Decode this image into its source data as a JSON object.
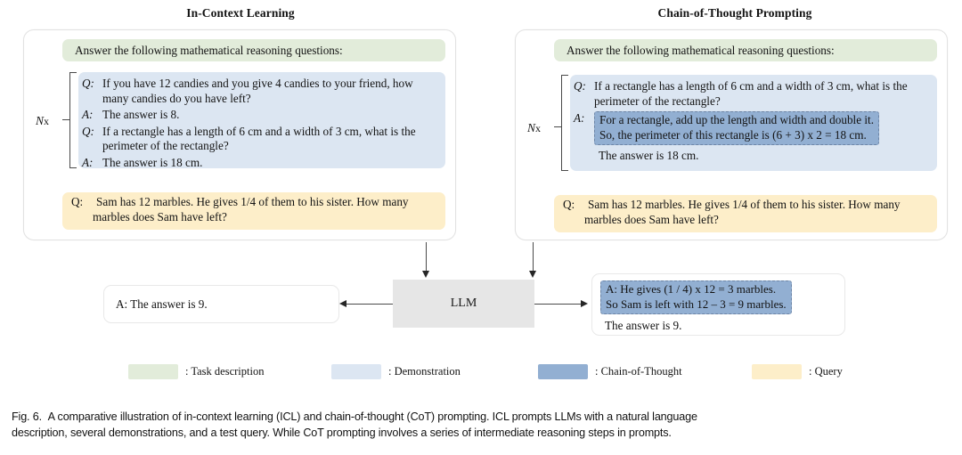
{
  "columns": {
    "left_title": "In-Context Learning",
    "right_title": "Chain-of-Thought Prompting"
  },
  "repeat_label": {
    "n": "N",
    "x": "x"
  },
  "left_panel": {
    "task_description": "Answer the following mathematical reasoning questions:",
    "demonstrations": [
      {
        "q_label": "Q:",
        "q_text": "If you have 12 candies and you give 4 candies to your friend, how many candies do you have left?",
        "a_label": "A:",
        "a_text": "The answer is 8."
      },
      {
        "q_label": "Q:",
        "q_text": "If a rectangle has a length of 6 cm and a width of 3 cm, what is the perimeter of the rectangle?",
        "a_label": "A:",
        "a_text": "The answer is 18 cm."
      }
    ],
    "query": {
      "label": "Q:",
      "text": "Sam has 12 marbles. He gives 1/4 of them to his sister. How many marbles does Sam have left?"
    },
    "output": "A: The answer is 9."
  },
  "right_panel": {
    "task_description": "Answer the following mathematical reasoning questions:",
    "demonstration": {
      "q_label": "Q:",
      "q_text": "If a rectangle has a length of 6 cm and a width of 3 cm, what is the perimeter of the rectangle?",
      "a_label": "A:",
      "cot_line1": "For a rectangle, add up the length and width and double it.",
      "cot_line2": "So, the perimeter of this rectangle is (6 + 3) x 2 = 18 cm.",
      "a_text": "The answer is 18 cm."
    },
    "query": {
      "label": "Q:",
      "text": "Sam has 12 marbles. He gives 1/4 of them to his sister. How many marbles does Sam have left?"
    },
    "output": {
      "cot_line1": "A: He gives (1 / 4) x 12 = 3 marbles.",
      "cot_line2": "So Sam is left with 12 – 3 = 9 marbles.",
      "final": "The answer is 9."
    }
  },
  "model_box": {
    "label": "LLM"
  },
  "legend": [
    {
      "label": ": Task description",
      "color": "#e2ecda"
    },
    {
      "label": ": Demonstration",
      "color": "#dce6f2"
    },
    {
      "label": ": Chain-of-Thought",
      "color": "#92afd2"
    },
    {
      "label": ": Query",
      "color": "#fdeec9"
    }
  ],
  "caption": {
    "figure_number": "Fig. 6.",
    "line1": "A comparative illustration of in-context learning (ICL) and chain-of-thought (CoT) prompting. ICL prompts LLMs with a natural language",
    "line2": "description, several demonstrations, and a test query. While CoT prompting involves a series of intermediate reasoning steps in prompts."
  },
  "colors": {
    "task": "#e2ecda",
    "demonstration": "#dce6f2",
    "chain_of_thought": "#92afd2",
    "query": "#fdeec9",
    "model_box": "#e6e6e6",
    "arrow": "#4a4a4a"
  }
}
